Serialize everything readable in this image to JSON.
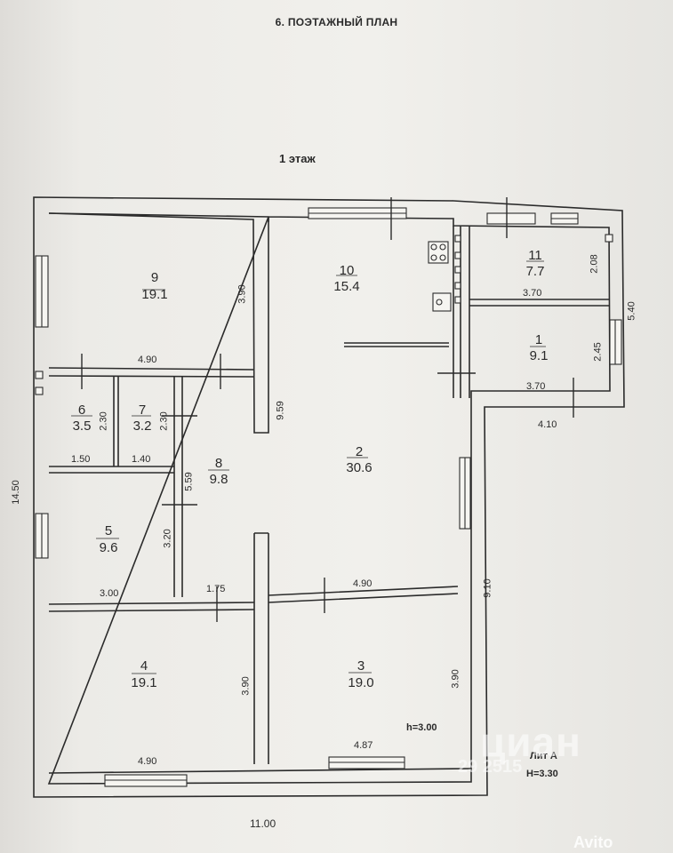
{
  "header": {
    "title": "6. ПОЭТАЖНЫЙ ПЛАН",
    "floor": "1 этаж"
  },
  "rooms": [
    {
      "num": "9",
      "area": "19.1"
    },
    {
      "num": "10",
      "area": "15.4"
    },
    {
      "num": "11",
      "area": "7.7"
    },
    {
      "num": "1",
      "area": "9.1"
    },
    {
      "num": "6",
      "area": "3.5"
    },
    {
      "num": "7",
      "area": "3.2"
    },
    {
      "num": "8",
      "area": "9.8"
    },
    {
      "num": "2",
      "area": "30.6"
    },
    {
      "num": "5",
      "area": "9.6"
    },
    {
      "num": "4",
      "area": "19.1"
    },
    {
      "num": "3",
      "area": "19.0"
    }
  ],
  "dims": {
    "d_3_90_a": "3.90",
    "d_4_90_a": "4.90",
    "d_2_30_a": "2.30",
    "d_2_30_b": "2.30",
    "d_1_50": "1.50",
    "d_1_40": "1.40",
    "d_5_59": "5.59",
    "d_9_59": "9.59",
    "d_3_20": "3.20",
    "d_3_00": "3.00",
    "d_1_75": "1.75",
    "d_4_90_b": "4.90",
    "d_14_50": "14.50",
    "d_2_08": "2.08",
    "d_3_70_a": "3.70",
    "d_5_40": "5.40",
    "d_2_45": "2.45",
    "d_3_70_b": "3.70",
    "d_4_10": "4.10",
    "d_9_10": "9.10",
    "d_3_90_b": "3.90",
    "d_3_90_c": "3.90",
    "d_4_90_c": "4.90",
    "d_4_87": "4.87",
    "d_11_00": "11.00"
  },
  "notes": {
    "h_room": "h=3.00",
    "lit": "Лит А",
    "h_lit": "H=3.30"
  },
  "watermark": {
    "brand": "циан",
    "code": "29 2515",
    "avito": "Avito"
  },
  "colors": {
    "line": "#2b2b2b",
    "paper": "#f0efeb"
  }
}
